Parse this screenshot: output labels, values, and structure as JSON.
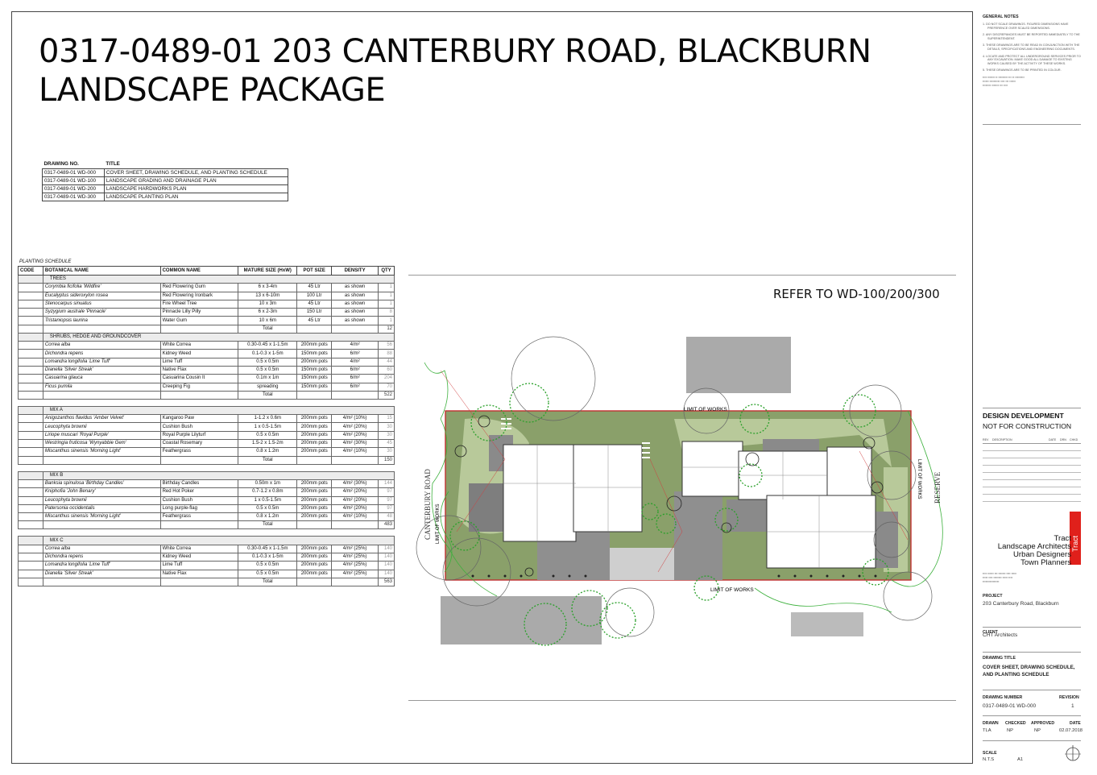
{
  "title": {
    "line1": "0317-0489-01 203 CANTERBURY ROAD, BLACKBURN",
    "line2": "LANDSCAPE PACKAGE"
  },
  "drawing_list": {
    "headers": [
      "DRAWING NO.",
      "TITLE"
    ],
    "rows": [
      [
        "0317-0489-01 WD-000",
        "COVER SHEET, DRAWING SCHEDULE, AND PLANTING SCHEDULE"
      ],
      [
        "0317-0489-01 WD-100",
        "LANDSCAPE GRADING AND DRAINAGE PLAN"
      ],
      [
        "0317-0489-01 WD-200",
        "LANDSCAPE HARDWORKS PLAN"
      ],
      [
        "0317-0489-01 WD-300",
        "LANDSCAPE PLANTING PLAN"
      ]
    ]
  },
  "planting_schedule": {
    "title": "PLANTING SCHEDULE",
    "headers": [
      "CODE",
      "BOTANICAL NAME",
      "COMMON NAME",
      "MATURE SIZE (HxW)",
      "POT SIZE",
      "DENSITY",
      "QTY"
    ],
    "groups": [
      {
        "name": "TREES",
        "rows": [
          [
            "Corymbia ficifolia 'Wildfire'",
            "Red Flowering Gum",
            "6 x 3-4m",
            "45 Ltr",
            "as shown",
            "1"
          ],
          [
            "Eucalyptus sideroxylon rosea",
            "Red Flowering Ironbark",
            "13 x 6-10m",
            "100 Ltr",
            "as shown",
            "1"
          ],
          [
            "Stenocarpus sinuatus",
            "Fire Wheel Tree",
            "10 x 3m",
            "45 Ltr",
            "as shown",
            "1"
          ],
          [
            "Syzygium australe 'Pinnacle'",
            "Pinnacle Lilly Pilly",
            "6 x 2-3m",
            "150 Ltr",
            "as shown",
            "8"
          ],
          [
            "Tristaniopsis laurina",
            "Water Gum",
            "10 x 6m",
            "45 Ltr",
            "as shown",
            "1"
          ]
        ],
        "total": "12"
      },
      {
        "name": "SHRUBS, HEDGE AND GROUNDCOVER",
        "rows": [
          [
            "Correa alba",
            "White Correa",
            "0.30-0.45 x 1-1.5m",
            "200mm pots",
            "4/m²",
            "56"
          ],
          [
            "Dichondra repens",
            "Kidney Weed",
            "0.1-0.3 x 1-5m",
            "150mm pots",
            "6/m²",
            "88"
          ],
          [
            "Lomandra longifolia 'Lime Tuff'",
            "Lime Tuff",
            "0.5 x 0.5m",
            "200mm pots",
            "4/m²",
            "44"
          ],
          [
            "Dianella 'Silver Streak'",
            "Native Flax",
            "0.5 x 0.5m",
            "150mm pots",
            "6/m²",
            "60"
          ],
          [
            "Casuarina glauca",
            "Casuarina Cousin It",
            "0.1m x 1m",
            "150mm pots",
            "6/m²",
            "204"
          ],
          [
            "Ficus pumila",
            "Creeping Fig",
            "spreading",
            "150mm pots",
            "6/m²",
            "70"
          ]
        ],
        "total": "522"
      },
      {
        "name": "MIX A",
        "rows": [
          [
            "Anigozanthos flavidus 'Amber Velvet'",
            "Kangaroo Paw",
            "1-1.2 x 0.6m",
            "200mm pots",
            "4/m² (10%)",
            "15"
          ],
          [
            "Leucophyta brownii",
            "Cushion Bush",
            "1 x 0.5-1.5m",
            "200mm pots",
            "4/m² (20%)",
            "30"
          ],
          [
            "Liriope muscari 'Royal Purple'",
            "Royal Purple Lilyturf",
            "0.5 x 0.5m",
            "200mm pots",
            "4/m² (20%)",
            "30"
          ],
          [
            "Westringia fruticosa 'Wynyabbie Gem'",
            "Coastal Rosemary",
            "1.5-2 x 1.5-2m",
            "200mm pots",
            "4/m² (30%)",
            "45"
          ],
          [
            "Miscanthus sinensis 'Morning Light'",
            "Feathergrass",
            "0.8 x 1.2m",
            "200mm pots",
            "4/m² (10%)",
            "30"
          ]
        ],
        "total": "150"
      },
      {
        "name": "MIX B",
        "rows": [
          [
            "Banksia spinulosa 'Birthday Candles'",
            "Birthday Candles",
            "0.50m x 1m",
            "200mm pots",
            "4/m² (30%)",
            "144"
          ],
          [
            "Kniphofia 'John Benary'",
            "Red Hot Poker",
            "0.7-1.2 x 0.8m",
            "200mm pots",
            "4/m² (20%)",
            "97"
          ],
          [
            "Leucophyta brownii",
            "Cushion Bush",
            "1 x 0.5-1.5m",
            "200mm pots",
            "4/m² (20%)",
            "97"
          ],
          [
            "Patersonia occidentalis",
            "Long purple-flag",
            "0.5 x 0.5m",
            "200mm pots",
            "4/m² (20%)",
            "97"
          ],
          [
            "Miscanthus sinensis 'Morning Light'",
            "Feathergrass",
            "0.8 x 1.2m",
            "200mm pots",
            "4/m² (10%)",
            "48"
          ]
        ],
        "total": "483"
      },
      {
        "name": "MIX C",
        "rows": [
          [
            "Correa alba",
            "White Correa",
            "0.30-0.45 x 1-1.5m",
            "200mm pots",
            "4/m² (25%)",
            "140"
          ],
          [
            "Dichondra repens",
            "Kidney Weed",
            "0.1-0.3 x 1-5m",
            "200mm pots",
            "4/m² (25%)",
            "140"
          ],
          [
            "Lomandra longifolia 'Lime Tuff'",
            "Lime Tuff",
            "0.5 x 0.5m",
            "200mm pots",
            "4/m² (25%)",
            "140"
          ],
          [
            "Dianella 'Silver Streak'",
            "Native Flax",
            "0.5 x 0.5m",
            "200mm pots",
            "4/m² (25%)",
            "140"
          ]
        ],
        "total": "563"
      }
    ],
    "total_label": "Total"
  },
  "refer_note": "REFER TO WD-100/200/300",
  "plan_labels": {
    "limit_top": "LIMIT OF WORKS",
    "limit_bottom": "LIMIT OF WORKS",
    "limit_left": "LIMIT OF WORKS",
    "limit_right": "LIMIT OF WORKS",
    "road": "CANTERBURY ROAD",
    "reserve": "RESERVE"
  },
  "title_block": {
    "general_notes_heading": "GENERAL NOTES",
    "notes": [
      "DO NOT SCALE DRAWINGS. FIGURED DIMENSIONS HAVE PREFERENCE OVER SCALED DIMENSIONS.",
      "ANY DISCREPANCIES MUST BE REPORTED IMMEDIATELY TO THE SUPERINTENDENT.",
      "THESE DRAWINGS ARE TO BE READ IN CONJUNCTION WITH THE DETAILS, SPECIFICATIONS AND ENGINEERING DOCUMENTS.",
      "LOCATE AND PROTECT ALL UNDERGROUND SERVICES PRIOR TO ANY EXCAVATION. MAKE GOOD ALL DAMAGE TO EXISTING WORKS CAUSED BY THE ACTIVITY OF THESE WORKS.",
      "THESE DRAWINGS ARE TO BE PRINTED IN COLOUR."
    ],
    "status": "DESIGN DEVELOPMENT",
    "status_sub": "NOT FOR CONSTRUCTION",
    "rev_headers": [
      "REV",
      "DESCRIPTION",
      "DATE",
      "DRN",
      "CHKD"
    ],
    "firm": [
      "Tract",
      "Landscape Architects",
      "Urban Designers",
      "Town Planners"
    ],
    "brand_tab": "Tract",
    "brand_color": "#e0201b",
    "project_label": "PROJECT",
    "project": "203 Canterbury Road, Blackburn",
    "client_label": "CLIENT",
    "client": "CHT Architects",
    "drawing_title_label": "DRAWING TITLE",
    "drawing_title": "COVER SHEET, DRAWING SCHEDULE, AND PLANTING SCHEDULE",
    "drawing_number_label": "DRAWING NUMBER",
    "revision_label": "REVISION",
    "drawing_number": "0317-0489-01 WD-000",
    "revision": "1",
    "drawn_label": "DRAWN",
    "checked_label": "CHECKED",
    "approved_label": "APPROVED",
    "date_label": "DATE",
    "drawn": "TLA",
    "checked": "NP",
    "approved": "NP",
    "date": "02.07.2018",
    "scale_label": "SCALE",
    "scale": "N.T.S",
    "paper": "A1"
  }
}
